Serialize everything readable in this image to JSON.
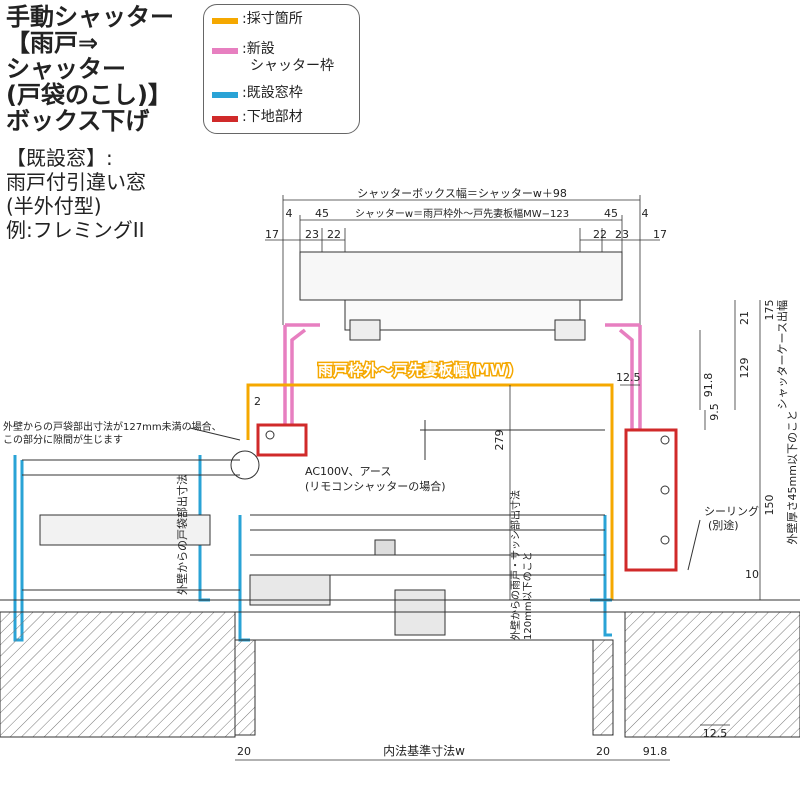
{
  "title": {
    "lines": [
      "手動シャッター",
      "【雨戸⇒",
      "シャッター",
      "(戸袋のこし)】",
      "ボックス下げ"
    ]
  },
  "window_type": {
    "lines": [
      "【既設窓】:",
      "雨戸付引違い窓",
      "(半外付型)",
      "例:フレミングII"
    ]
  },
  "legend": {
    "items": [
      {
        "lines": [
          ":採寸箇所"
        ],
        "color": "#f5a800"
      },
      {
        "lines": [
          ":新設",
          "シャッター枠"
        ],
        "color": "#e77fc0"
      },
      {
        "lines": [
          ":既設窓枠"
        ],
        "color": "#2aa3d6"
      },
      {
        "lines": [
          ":下地部材"
        ],
        "color": "#d02a2a"
      }
    ]
  },
  "colors": {
    "measurement": "#f5a800",
    "new_frame": "#e77fc0",
    "existing_frame": "#2aa3d6",
    "base_member": "#d02a2a",
    "line": "#333333"
  },
  "dimensions": {
    "box_width": "シャッターボックス幅＝シャッターw＋98",
    "shutter_w": "シャッターw＝雨戸枠外～戸先妻板幅MW−123",
    "d4_left": "4",
    "d45_left": "45",
    "d17_left": "17",
    "d23_left": "23",
    "d22_left": "22",
    "d4_right": "4",
    "d45_right": "45",
    "d22_right": "22",
    "d23_right": "23",
    "d17_right": "17",
    "d175": "175",
    "d21": "21",
    "d129": "129",
    "d91_8_upper": "91.8",
    "d9_5": "9.5",
    "d12_5_upper": "12.5",
    "d2": "2",
    "d279": "279",
    "d150": "150",
    "d10": "10",
    "d20_left": "20",
    "d20_right": "20",
    "inner_w": "内法基準寸法w",
    "d91_8_lower": "91.8",
    "d12_5_lower": "12.5"
  },
  "labels": {
    "mw": "雨戸枠外～戸先妻板幅(MW)",
    "note_gap_1": "外壁からの戸袋部出寸法が127mm未満の場合、",
    "note_gap_2": "この部分に隙間が生じます",
    "ac_1": "AC100V、アース",
    "ac_2": "(リモコンシャッターの場合)",
    "sealing_1": "シーリング",
    "sealing_2": "(別途)",
    "case_projection": "シャッターケース出幅",
    "wall_thickness": "外壁厚さ45mm以下のこと",
    "tobukuro_projection": "外壁からの戸袋部出寸法",
    "sash_proj_1": "外壁からの雨戸・サッシ部出寸法",
    "sash_proj_2": "120mm以下のこと"
  }
}
